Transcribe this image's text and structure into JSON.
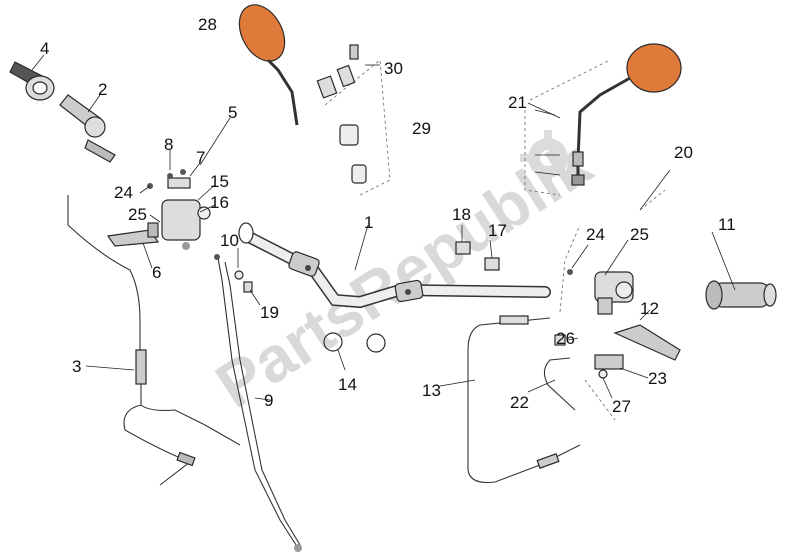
{
  "watermark": {
    "text": "PartsRepublik"
  },
  "callouts": [
    "1",
    "2",
    "3",
    "4",
    "5",
    "6",
    "7",
    "8",
    "9",
    "10",
    "11",
    "12",
    "13",
    "14",
    "15",
    "16",
    "17",
    "18",
    "19",
    "20",
    "21",
    "22",
    "23",
    "24",
    "25",
    "26",
    "27",
    "28",
    "29",
    "30",
    "24",
    "25"
  ]
}
